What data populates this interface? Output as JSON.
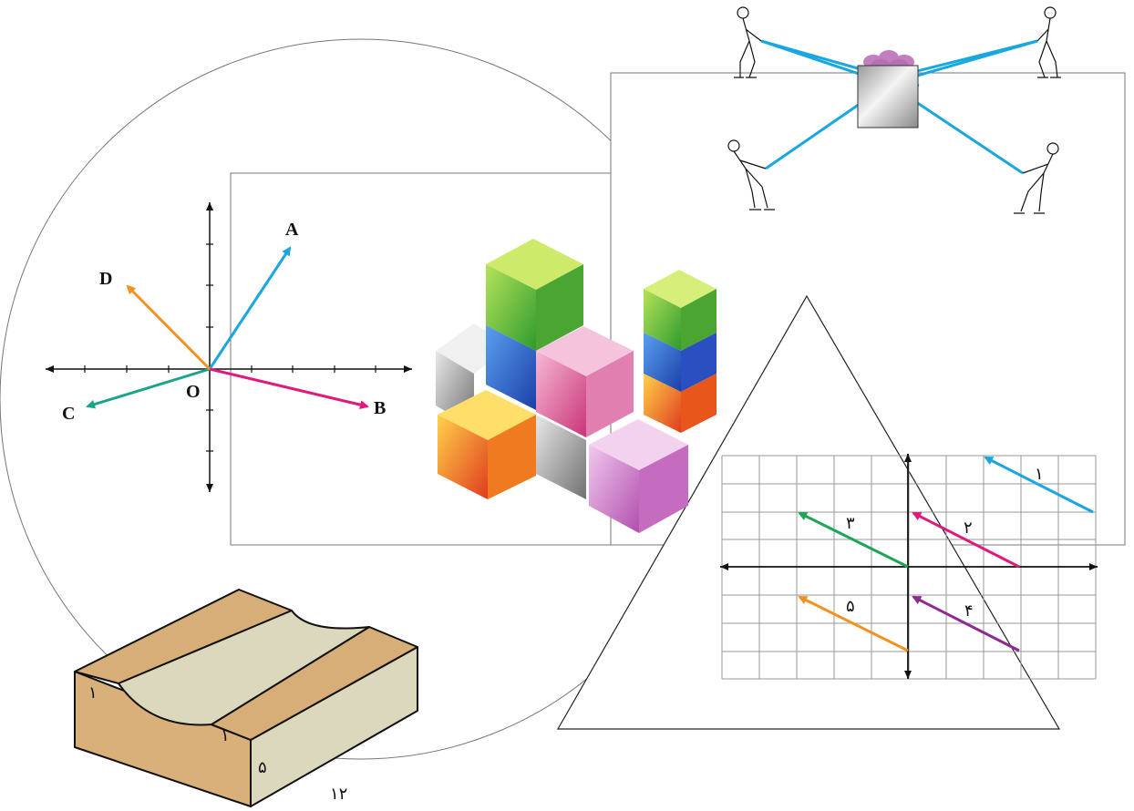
{
  "colors": {
    "cyan": "#1aa6e0",
    "magenta": "#e0197d",
    "teal": "#1aa58a",
    "orange": "#f39221",
    "green": "#1fa55a",
    "purple": "#8b2a8f",
    "rope": "#19a7e2",
    "box_top": "#d8b07a",
    "box_side": "#d6cfb0"
  },
  "vector_diagram": {
    "origin_label": "O",
    "vectors": [
      {
        "label": "A",
        "color": "#1aa6e0"
      },
      {
        "label": "B",
        "color": "#e0197d"
      },
      {
        "label": "C",
        "color": "#1aa58a"
      },
      {
        "label": "D",
        "color": "#f39221"
      }
    ]
  },
  "grid_diagram": {
    "arrow_labels": [
      "۱",
      "۲",
      "۳",
      "۴",
      "۵"
    ]
  },
  "block_figure": {
    "labels": [
      "۱",
      "۱",
      "۵",
      "۱۲"
    ]
  }
}
